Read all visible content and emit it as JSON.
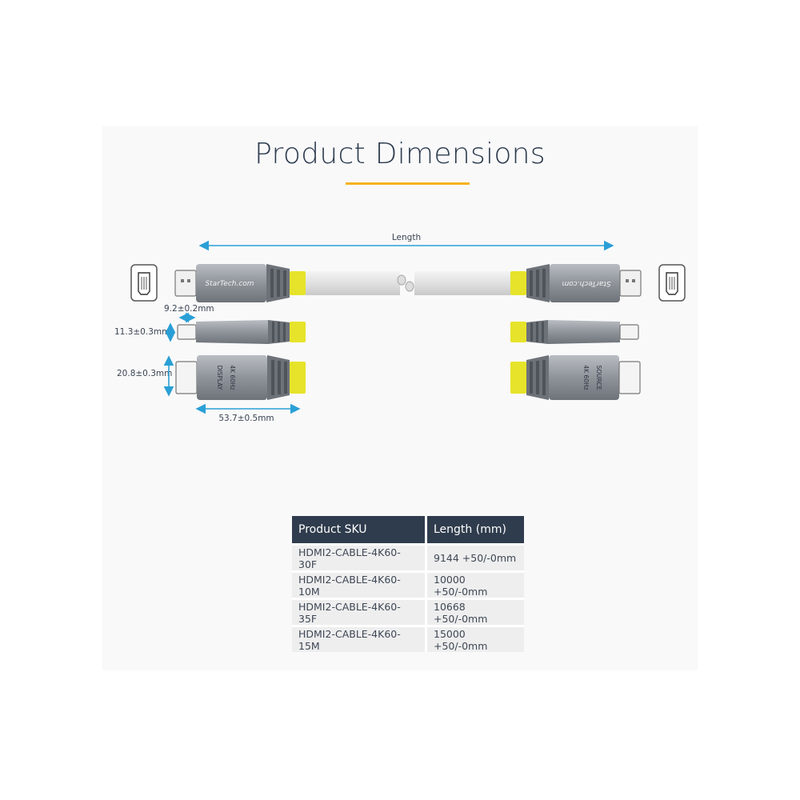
{
  "page": {
    "title": "Product Dimensions",
    "accent_color": "#f5b21f",
    "dark_color": "#2f3c4d",
    "dimension_color": "#2a9fd6"
  },
  "diagram": {
    "length_label": "Length",
    "brand_text": "StarTech.com",
    "display_label": "DISPLAY",
    "source_label": "SOURCE",
    "res_label": "4K 60Hz",
    "dimensions": {
      "tip_length": "9.2±0.2mm",
      "thickness": "11.3±0.3mm",
      "width": "20.8±0.3mm",
      "housing_length": "53.7±0.5mm"
    },
    "icons": [
      "hdmi-port-icon",
      "hdmi-port-icon"
    ]
  },
  "table": {
    "headers": [
      "Product SKU",
      "Length (mm)"
    ],
    "rows": [
      [
        "HDMI2-CABLE-4K60-30F",
        "9144 +50/-0mm"
      ],
      [
        "HDMI2-CABLE-4K60-10M",
        "10000 +50/-0mm"
      ],
      [
        "HDMI2-CABLE-4K60-35F",
        "10668 +50/-0mm"
      ],
      [
        "HDMI2-CABLE-4K60-15M",
        "15000 +50/-0mm"
      ]
    ]
  }
}
